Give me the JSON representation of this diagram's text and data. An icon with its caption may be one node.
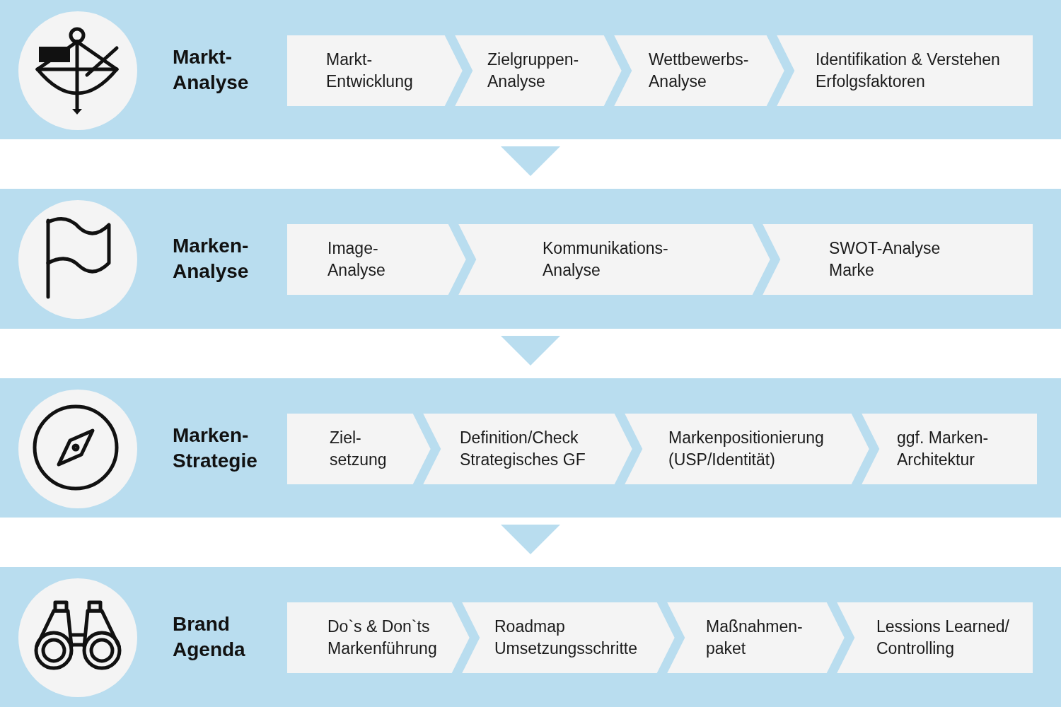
{
  "diagram": {
    "nodes": [
      {
        "text": [
          "Markt- Analyse"
        ]
      },
      {
        "text": [
          "Markt- Entwicklung"
        ],
        "in": 0
      },
      {
        "text": [
          "Zielgruppen- Analyse"
        ],
        "in": 0
      },
      {
        "text": [
          "Wettbewerbs- Analyse"
        ],
        "in": 0
      },
      {
        "text": [
          "Identifikation & Verstehen Erfolgsfaktoren"
        ],
        "in": 0
      },
      {
        "text": [
          "Marken- Analyse"
        ]
      },
      {
        "text": [
          "Image- Analyse"
        ],
        "in": 5
      },
      {
        "text": [
          "Kommunikations- Analyse"
        ],
        "in": 5
      },
      {
        "text": [
          "SWOT-Analyse Marke"
        ],
        "in": 5
      },
      {
        "text": [
          "Marken- Strategie"
        ]
      },
      {
        "text": [
          "Ziel- setzung"
        ],
        "in": 9
      },
      {
        "text": [
          "Definition/Check Strategisches GF"
        ],
        "in": 9
      },
      {
        "text": [
          "Markenpositionierung (USP/Identität)"
        ],
        "in": 9
      },
      {
        "text": [
          "ggf. Marken- Architektur"
        ],
        "in": 9
      },
      {
        "text": [
          "Brand Agenda"
        ]
      },
      {
        "text": [
          "Do`s & Don`ts Markenführung"
        ],
        "in": 14
      },
      {
        "text": [
          "Roadmap Umsetzungsschritte"
        ],
        "in": 14
      },
      {
        "text": [
          "Maßnahmen- paket"
        ],
        "in": 14
      },
      {
        "text": [
          "Lessions Learned/ Controlling"
        ],
        "in": 14
      }
    ],
    "edges": [
      {
        "from": 0,
        "to": 5,
        "arrow": "to"
      },
      {
        "from": 5,
        "to": 9,
        "arrow": "to"
      },
      {
        "from": 9,
        "to": 14,
        "arrow": "to"
      }
    ]
  }
}
